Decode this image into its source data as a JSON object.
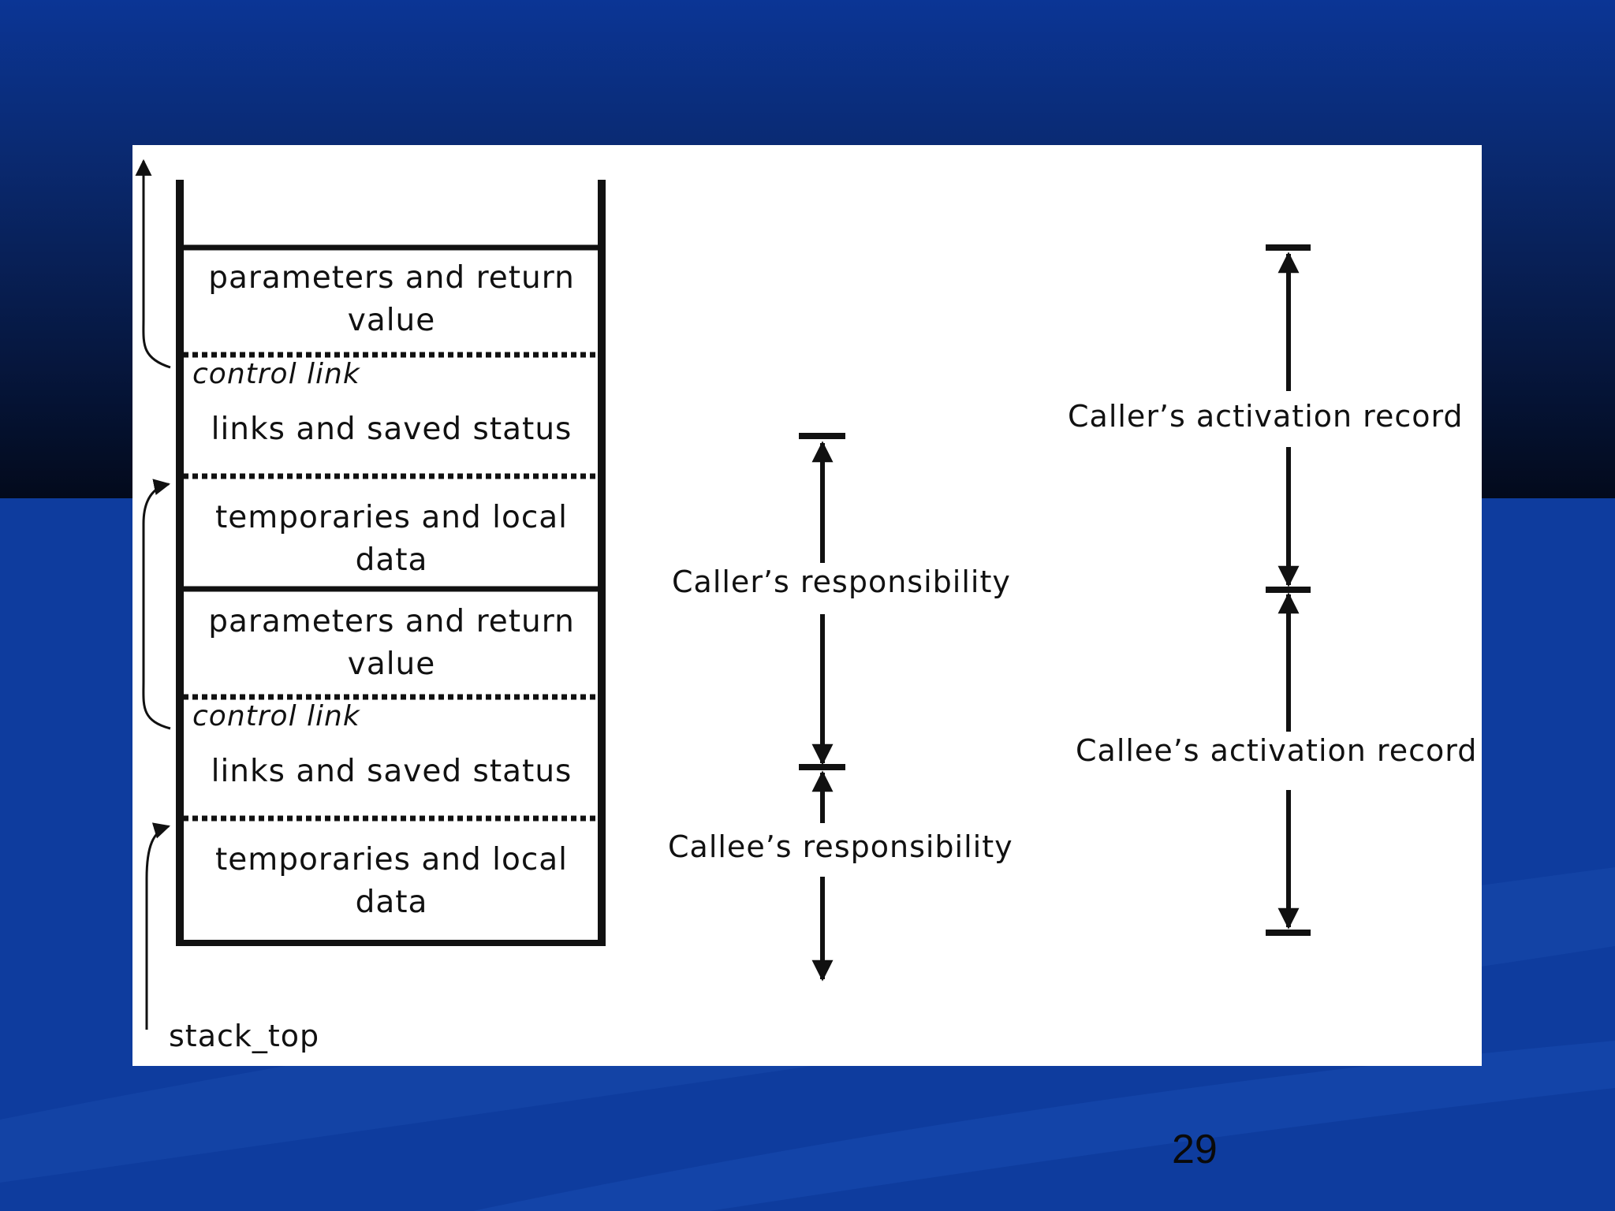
{
  "slide": {
    "page_number": "29",
    "colors": {
      "background_top": "#0a1a3e",
      "background_bottom": "#0e3c9e",
      "figure_background": "#ffffff",
      "ink": "#111111"
    }
  },
  "stack": {
    "cells": [
      {
        "label": "parameters and return value"
      },
      {
        "label": "control link"
      },
      {
        "label": "links and saved status"
      },
      {
        "label": "temporaries and local data"
      },
      {
        "label": "parameters and return value"
      },
      {
        "label": "control link"
      },
      {
        "label": "links and saved status"
      },
      {
        "label": "temporaries and local data"
      }
    ],
    "stack_top_label": "stack_top"
  },
  "responsibility": {
    "caller": "Caller’s responsibility",
    "callee": "Callee’s responsibility"
  },
  "activation_record": {
    "caller": "Caller’s activation record",
    "callee": "Callee’s activation record"
  }
}
